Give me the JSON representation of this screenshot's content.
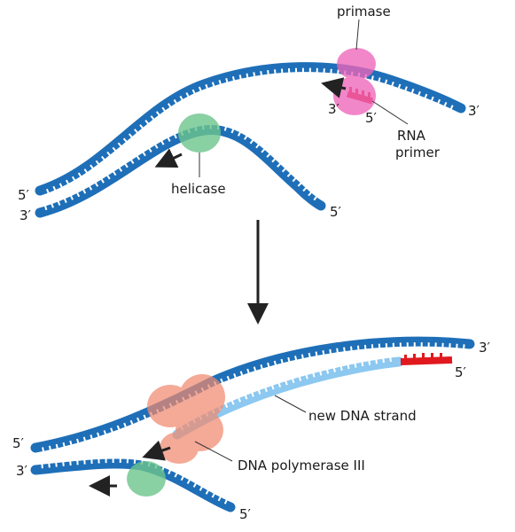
{
  "labels": {
    "primase": "primase",
    "helicase": "helicase",
    "rna": "RNA",
    "primer": "primer",
    "new_strand": "new DNA strand",
    "polymerase": "DNA polymerase III"
  },
  "ends": {
    "five": "5′",
    "three": "3′"
  },
  "colors": {
    "strand_dark": "#1e6fb8",
    "strand_light": "#8cc8f0",
    "primer_red": "#e0191f",
    "primase_pink": "#ee66bb",
    "helicase_green": "#6cc48c",
    "polymerase_salmon": "#f08a70",
    "arrow": "#222222"
  }
}
